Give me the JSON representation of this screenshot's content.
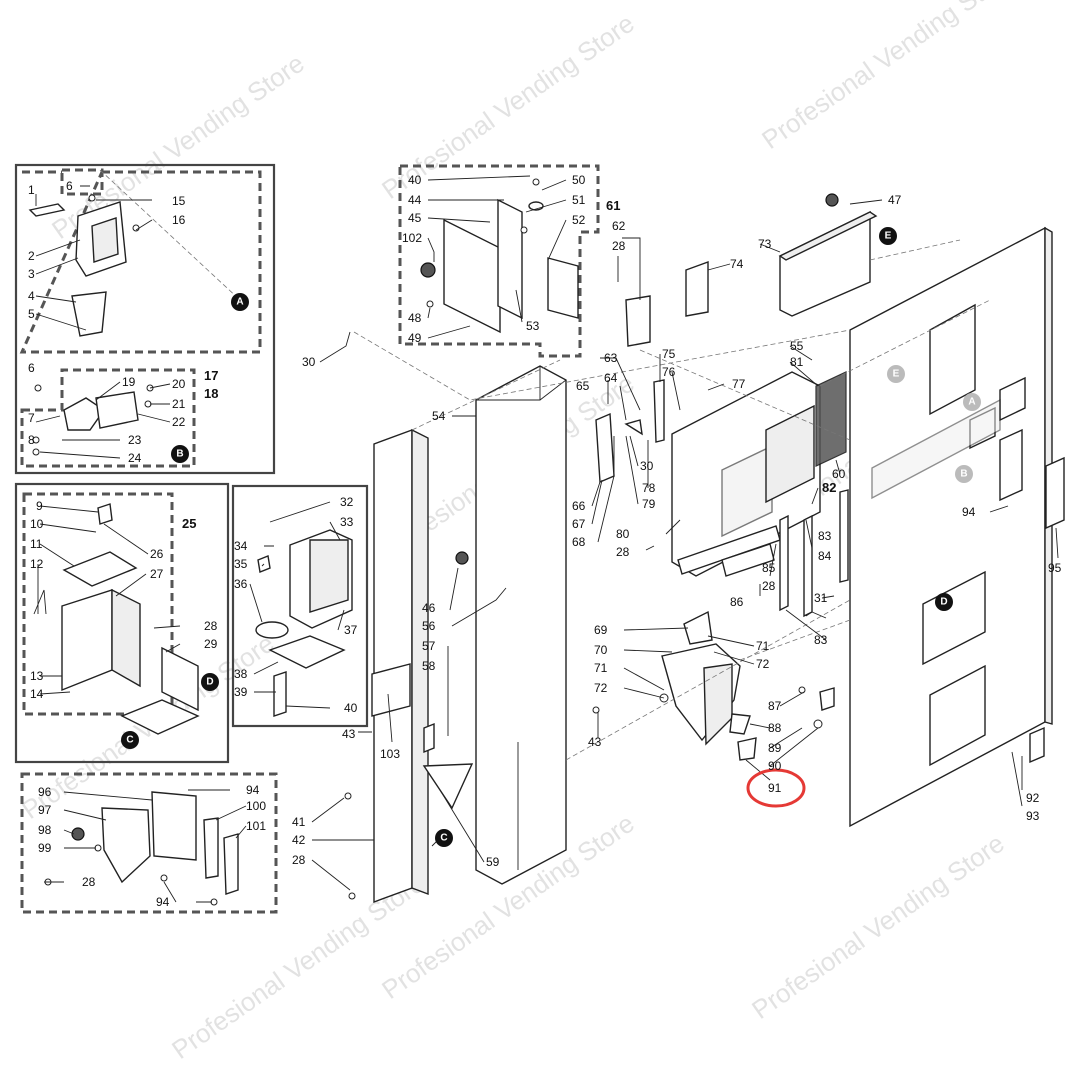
{
  "watermark": "Profesional Vending Store",
  "highlight": {
    "part": "91",
    "color": "#e53935"
  },
  "markers": [
    "A",
    "B",
    "C",
    "D",
    "E"
  ],
  "labels": {
    "n1": "1",
    "n2": "2",
    "n3": "3",
    "n4": "4",
    "n5": "5",
    "n6": "6",
    "n6b": "6",
    "n7": "7",
    "n8": "8",
    "n9": "9",
    "n10": "10",
    "n11": "11",
    "n12": "12",
    "n13": "13",
    "n14": "14",
    "n15": "15",
    "n16": "16",
    "n17": "17",
    "n18": "18",
    "n19": "19",
    "n20": "20",
    "n21": "21",
    "n22": "22",
    "n23": "23",
    "n24": "24",
    "n25": "25",
    "n26": "26",
    "n27": "27",
    "n28a": "28",
    "n28b": "28",
    "n28c": "28",
    "n28d": "28",
    "n28e": "28",
    "n28f": "28",
    "n29": "29",
    "n30a": "30",
    "n30b": "30",
    "n31": "31",
    "n32": "32",
    "n33": "33",
    "n34": "34",
    "n35": "35",
    "n36": "36",
    "n37": "37",
    "n38": "38",
    "n39": "39",
    "n40a": "40",
    "n40b": "40",
    "n41": "41",
    "n42": "42",
    "n43a": "43",
    "n43b": "43",
    "n44": "44",
    "n45": "45",
    "n46": "46",
    "n47": "47",
    "n48": "48",
    "n49": "49",
    "n50": "50",
    "n51": "51",
    "n52": "52",
    "n53": "53",
    "n54": "54",
    "n55": "55",
    "n56": "56",
    "n57": "57",
    "n58": "58",
    "n59": "59",
    "n60": "60",
    "n61": "61",
    "n62": "62",
    "n63": "63",
    "n64": "64",
    "n65": "65",
    "n66": "66",
    "n67": "67",
    "n68": "68",
    "n69": "69",
    "n70": "70",
    "n71a": "71",
    "n71b": "71",
    "n72a": "72",
    "n72b": "72",
    "n73": "73",
    "n74": "74",
    "n75": "75",
    "n76": "76",
    "n77": "77",
    "n78": "78",
    "n79": "79",
    "n80": "80",
    "n81": "81",
    "n82": "82",
    "n83a": "83",
    "n83b": "83",
    "n84": "84",
    "n85": "85",
    "n86": "86",
    "n87": "87",
    "n88": "88",
    "n89": "89",
    "n90": "90",
    "n91": "91",
    "n92": "92",
    "n93": "93",
    "n94a": "94",
    "n94b": "94",
    "n94c": "94",
    "n95": "95",
    "n96": "96",
    "n97": "97",
    "n98": "98",
    "n99": "99",
    "n100": "100",
    "n101": "101",
    "n102": "102",
    "n103": "103"
  }
}
